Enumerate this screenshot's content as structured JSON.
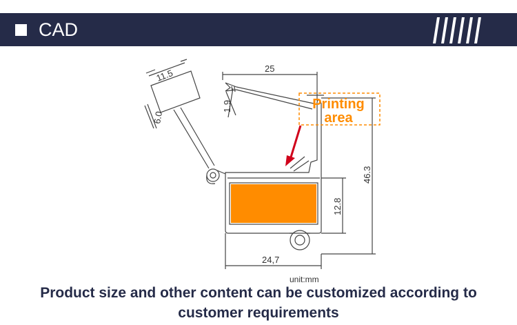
{
  "header": {
    "title": "CAD",
    "background_color": "#252b48",
    "title_icon": "white-square-icon"
  },
  "drawing": {
    "dimensions": {
      "tag_width": "11.5",
      "tag_depth": "6.0",
      "strap_length": "25",
      "strap_width": "1.9",
      "total_height": "46.3",
      "body_width": "24,7",
      "printing_height": "12.8"
    },
    "printing_area_label": [
      "Printing",
      "area"
    ],
    "printing_area_color": "#ff8c00",
    "arrow_color": "#d0021b",
    "unit": "unit:mm"
  },
  "caption": {
    "line1": "Product size and other content can be customized according to",
    "line2": "customer requirements",
    "color": "#252b48"
  }
}
